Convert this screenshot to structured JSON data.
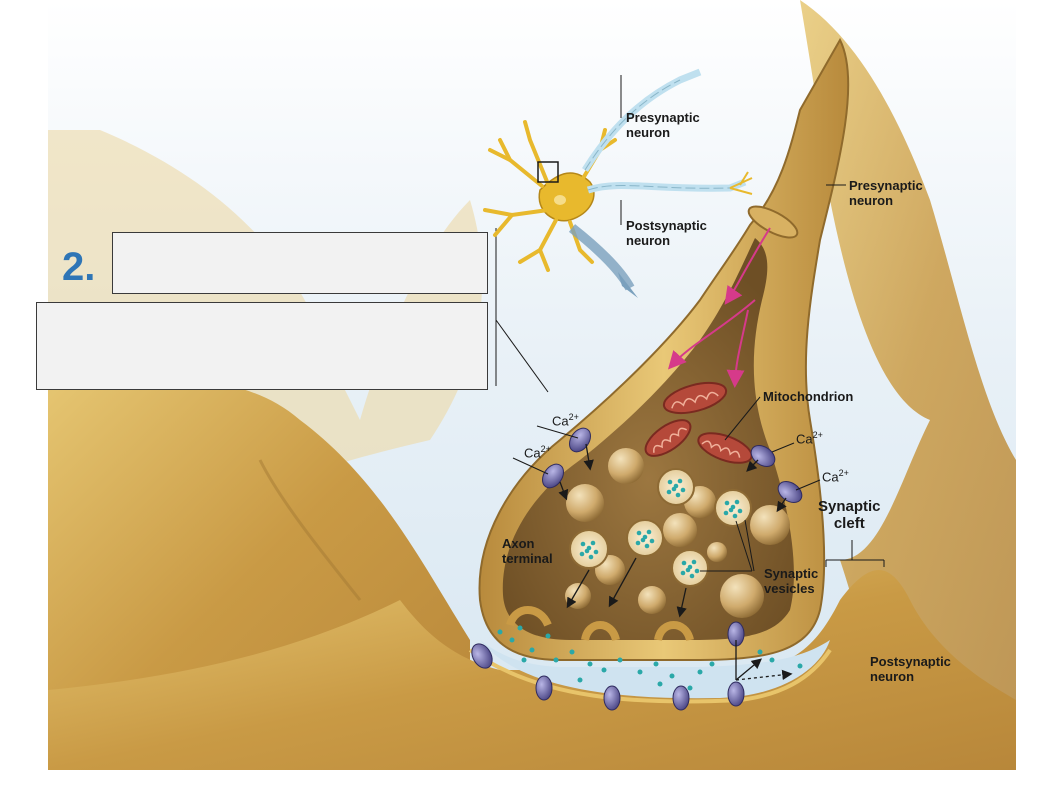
{
  "step": {
    "number": "2."
  },
  "labels": {
    "presynaptic_neuron_top": "Presynaptic\nneuron",
    "postsynaptic_neuron_inset": "Postsynaptic\nneuron",
    "presynaptic_neuron_right": "Presynaptic\nneuron",
    "mitochondrion": "Mitochondrion",
    "synaptic_cleft": "Synaptic\ncleft",
    "axon_terminal": "Axon\nterminal",
    "synaptic_vesicles": "Synaptic\nvesicles",
    "postsynaptic_neuron_bottom": "Postsynaptic\nneuron"
  },
  "ions": {
    "base": "Ca",
    "charge": "2+"
  },
  "colors": {
    "neuron_fill": "#c9a24a",
    "terminal_interior": "#8a6a35",
    "cleft_fluid": "#dbe9f3",
    "step_blue": "#2e75b6",
    "arrow_pink": "#d63a8a"
  }
}
